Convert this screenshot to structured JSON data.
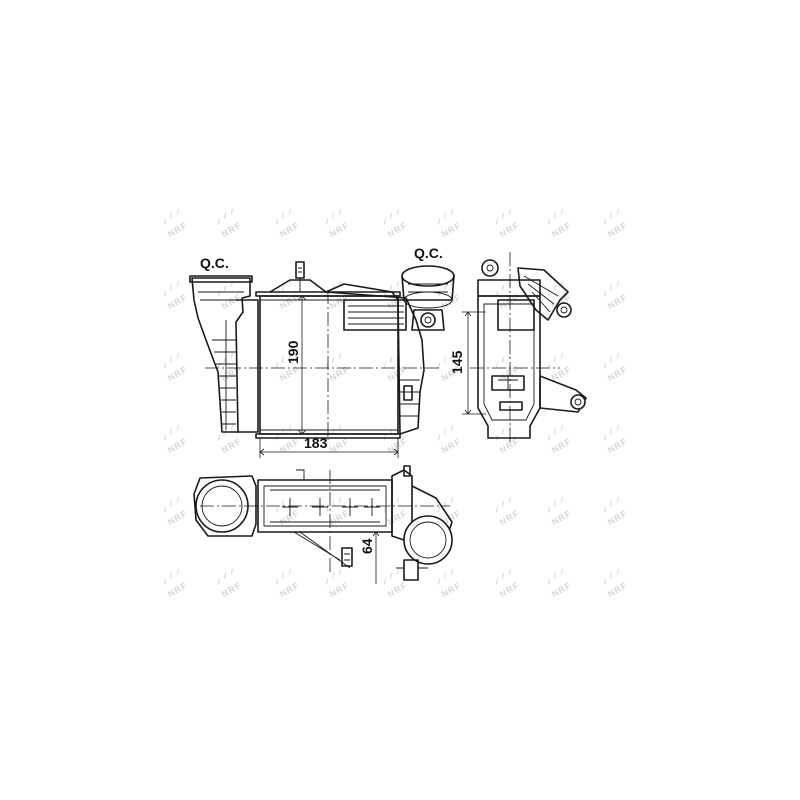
{
  "labels": {
    "qc_left": "Q.C.",
    "qc_right": "Q.C."
  },
  "dimensions": {
    "height": "190",
    "width": "183",
    "side_height": "145",
    "depth": "64"
  },
  "watermark": {
    "text": "NRF"
  },
  "colors": {
    "line": "#1a1a1a",
    "watermark": "#d9d9d9",
    "background": "#ffffff"
  }
}
